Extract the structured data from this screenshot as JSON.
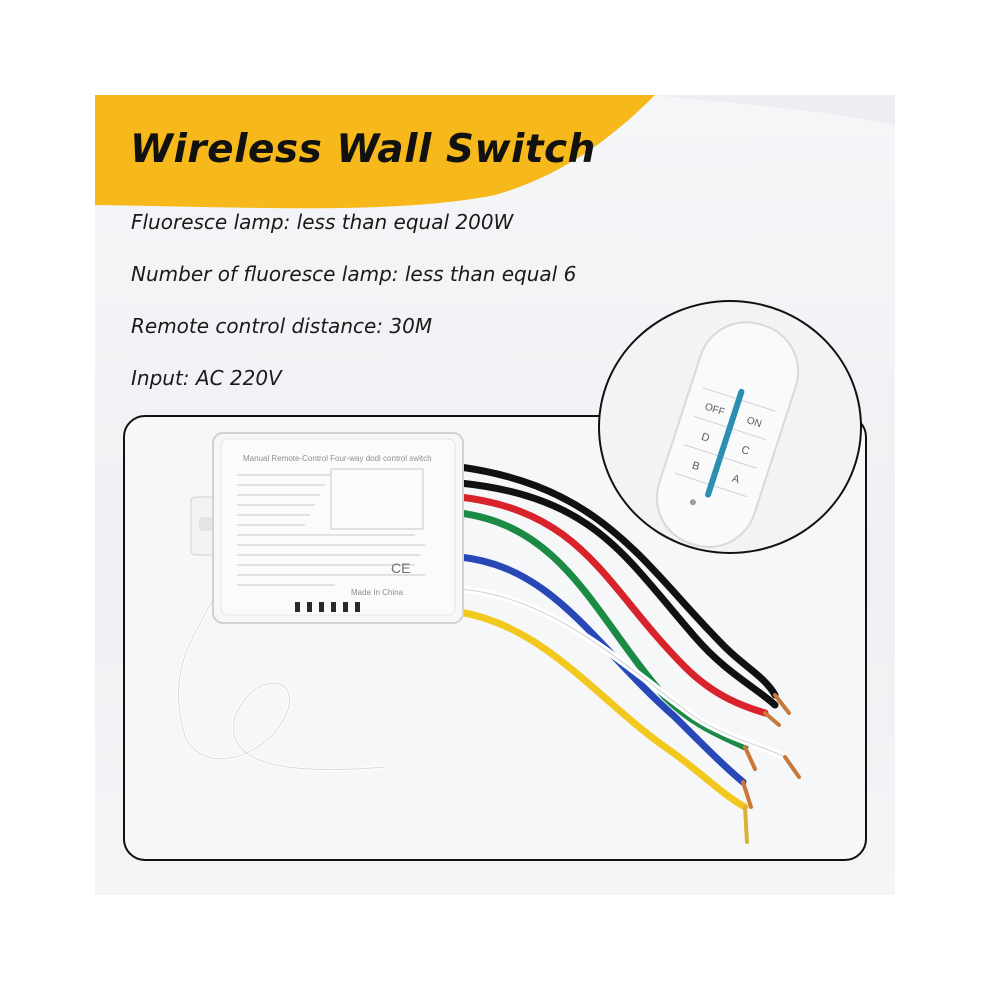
{
  "banner": {
    "title": "Wireless Wall Switch",
    "accent_color": "#f6b81a"
  },
  "specs": [
    "Fluoresce lamp: less than equal 200W",
    "Number of fluoresce lamp: less than equal 6",
    "Remote control distance: 30M",
    "Input: AC 220V"
  ],
  "receiver": {
    "header_label": "Manual Remote-Control Four-way dodi control switch",
    "made_in_label": "Made In China",
    "ce_mark": "CE",
    "wire_colors": [
      "#111111",
      "#111111",
      "#d8232a",
      "#1b8a44",
      "#2848b8",
      "#ffffff",
      "#f2c81e"
    ]
  },
  "remote": {
    "buttons": [
      "OFF",
      "ON",
      "D",
      "C",
      "B",
      "A"
    ]
  }
}
